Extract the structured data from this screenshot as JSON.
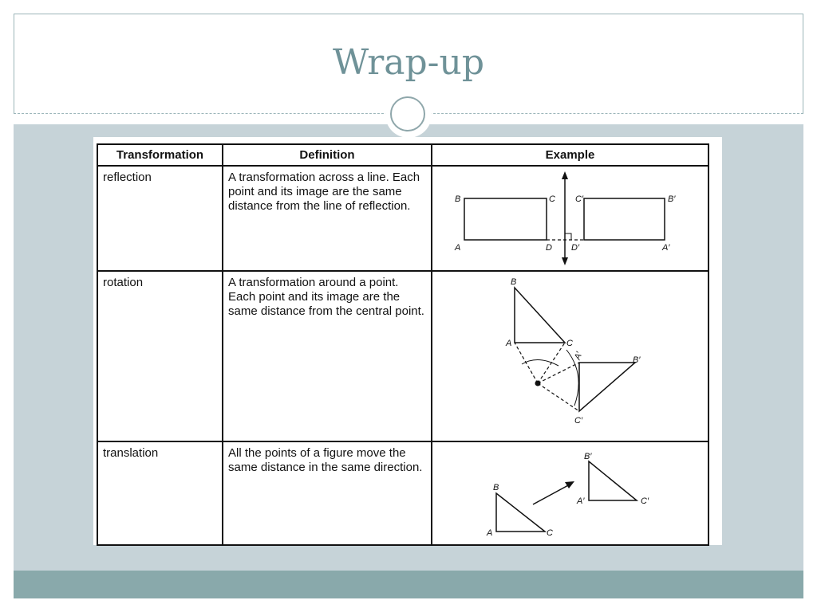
{
  "slide": {
    "title": "Wrap-up"
  },
  "table": {
    "headers": [
      "Transformation",
      "Definition",
      "Example"
    ],
    "rows": [
      {
        "name": "reflection",
        "definition": "A transformation across a line. Each point and its image are the same distance from the line of reflection.",
        "labels": {
          "B": "B",
          "C": "C",
          "A": "A",
          "D": "D",
          "C_prime": "C′",
          "B_prime": "B′",
          "D_prime": "D′",
          "A_prime": "A′"
        }
      },
      {
        "name": "rotation",
        "definition": "A transformation around a point. Each point and its image are the same distance from the central point.",
        "labels": {
          "B": "B",
          "A": "A",
          "C": "C",
          "A_prime": "A′",
          "B_prime": "B′",
          "C_prime": "C′"
        }
      },
      {
        "name": "translation",
        "definition": "All the points of a figure move the same distance in the same direction.",
        "labels": {
          "B": "B",
          "A": "A",
          "C": "C",
          "B_prime": "B′",
          "A_prime": "A′",
          "C_prime": "C′"
        }
      }
    ]
  },
  "colors": {
    "title": "#6f9298",
    "content_background": "#c6d3d8",
    "footer": "#89a9ab",
    "accent_line": "#9bb5b9"
  }
}
